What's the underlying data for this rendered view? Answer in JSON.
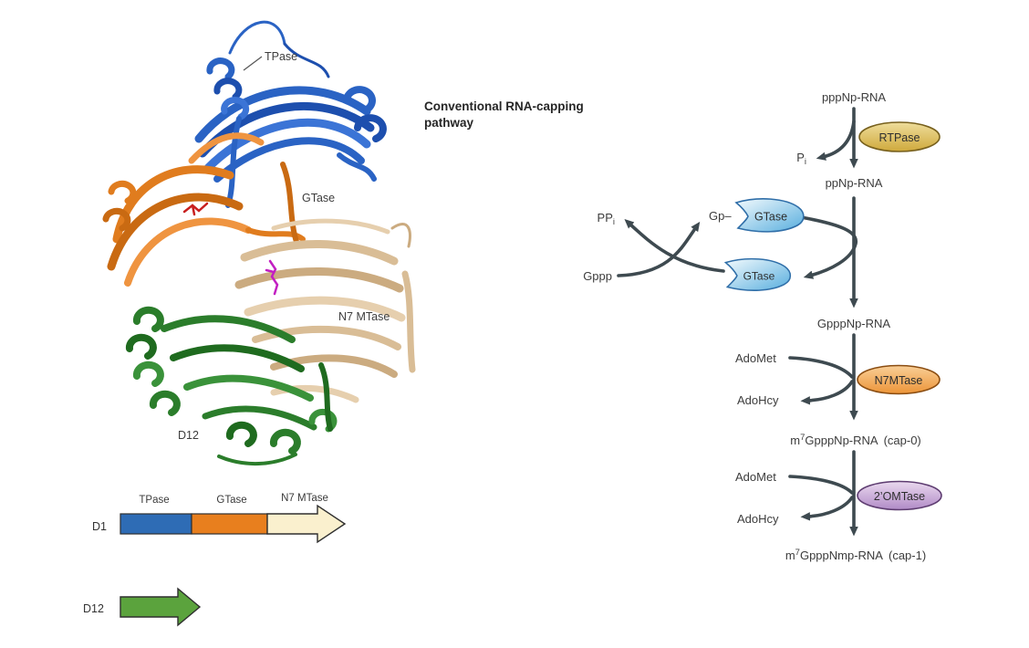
{
  "structure": {
    "labels": {
      "tpase": "TPase",
      "gtase": "GTase",
      "n7mtase": "N7 MTase",
      "d12": "D12"
    },
    "colors": {
      "tpase": "#2a63c4",
      "gtase": "#e07c1e",
      "n7mtase": "#d9bd96",
      "d12": "#2b7d2b",
      "red_ligand": "#c81f1f",
      "magenta_ligand": "#c21fc2"
    }
  },
  "domain_map": {
    "d1_label": "D1",
    "d1_segments": [
      {
        "label": "TPase",
        "color": "#2e6cb5"
      },
      {
        "label": "GTase",
        "color": "#e87f1e"
      },
      {
        "label": "N7 MTase",
        "color": "#faf0ce"
      }
    ],
    "d12_label": "D12",
    "d12_color": "#5ba33d"
  },
  "pathway": {
    "title_line1": "Conventional RNA-capping",
    "title_line2": "pathway",
    "substrates": {
      "s1": "pppNp-RNA",
      "s2": "ppNp-RNA",
      "s3": "GpppNp-RNA",
      "s4_pre": "m",
      "s4_sup": "7",
      "s4_main": "GpppNp-RNA",
      "s4_suffix": "(cap-0)",
      "s5_pre": "m",
      "s5_sup": "7",
      "s5_main": "GpppNmp-RNA",
      "s5_suffix": "(cap-1)"
    },
    "enzymes": {
      "rtpase": "RTPase",
      "gtase_top": "GTase",
      "gtase_bottom": "GTase",
      "n7mtase": "N7MTase",
      "omtase": "2’OMTase"
    },
    "cofactors": {
      "pi_base": "P",
      "pi_sub": "i",
      "ppi_base": "PP",
      "ppi_sub": "i",
      "gppp": "Gppp",
      "gp": "Gp–",
      "adomet1": "AdoMet",
      "adohcy1": "AdoHcy",
      "adomet2": "AdoMet",
      "adohcy2": "AdoHcy"
    },
    "colors": {
      "arrow": "#3e4a50",
      "rtpase_fill": "#d9b64e",
      "rtpase_stroke": "#77601d",
      "gtase_fill": "#7fc4e8",
      "gtase_stroke": "#2f6ea8",
      "n7mtase_fill": "#f0a14b",
      "n7mtase_stroke": "#8a4d12",
      "omtase_fill": "#c2a0d4",
      "omtase_stroke": "#5e3d71"
    }
  }
}
